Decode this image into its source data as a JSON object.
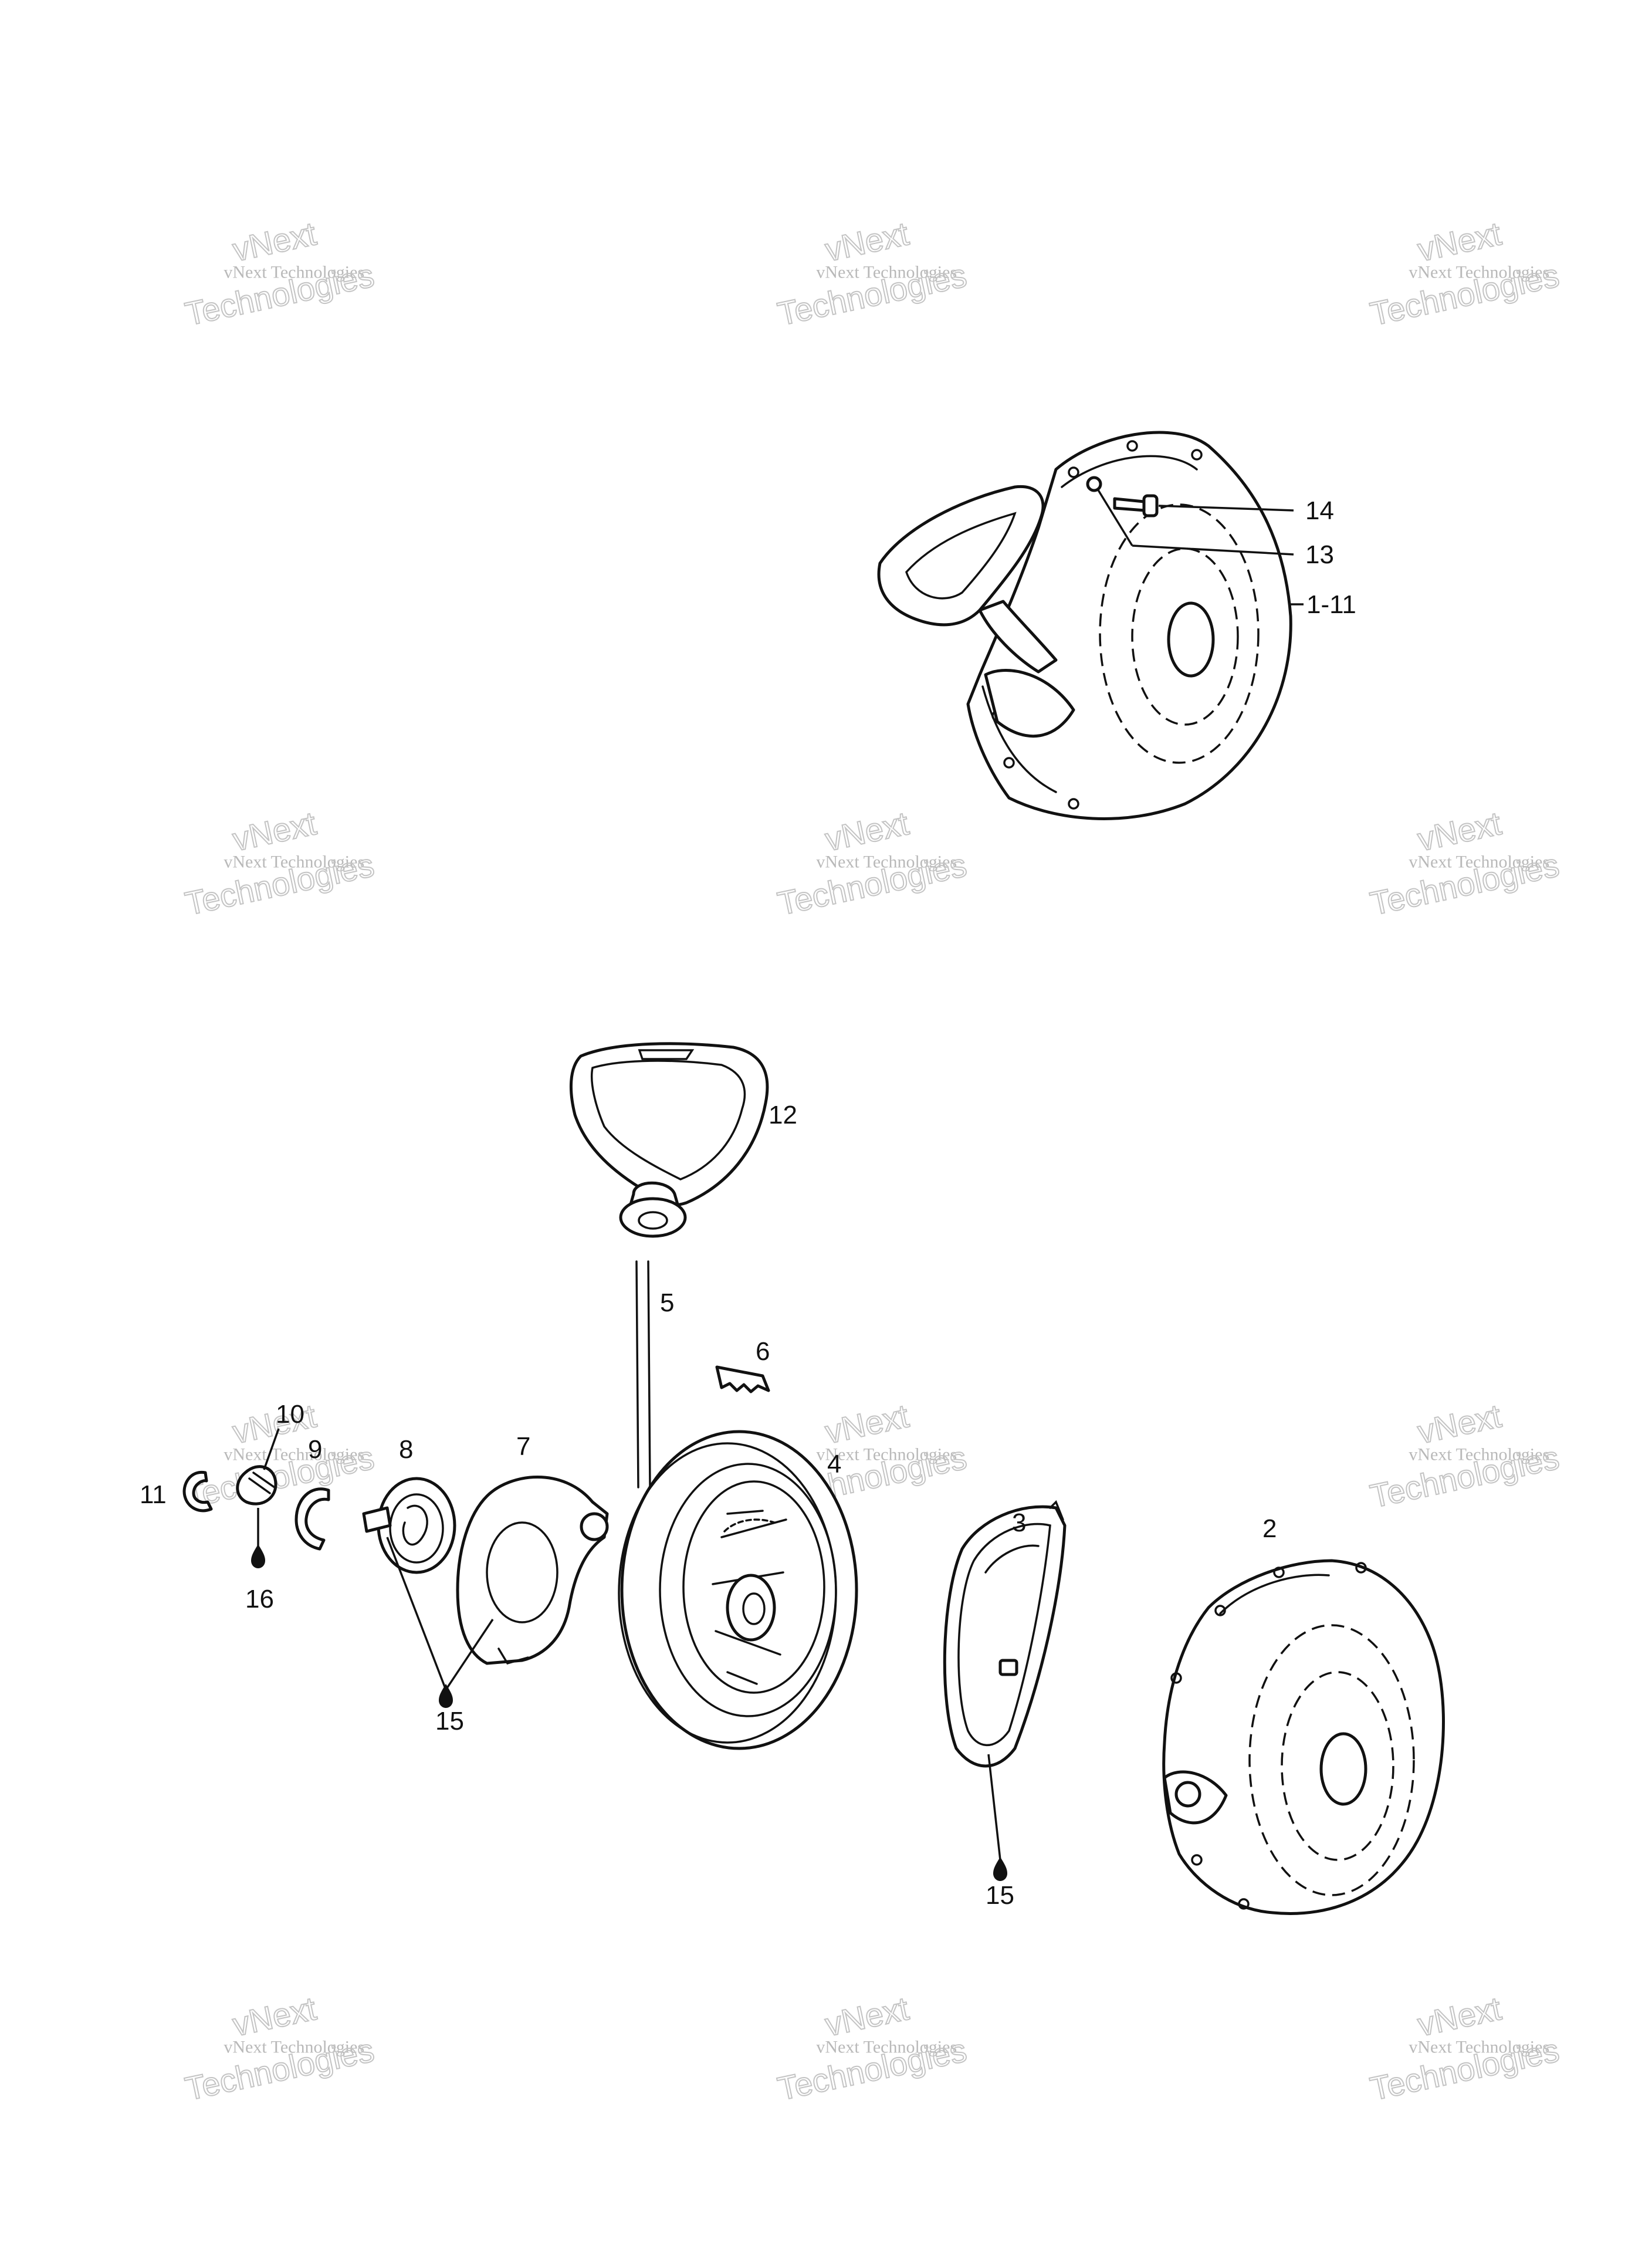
{
  "watermark": {
    "line1": "vNext",
    "line2": "vNext Technologies",
    "line3": "Technologies"
  },
  "callouts": {
    "c14": "14",
    "c13": "13",
    "c1_11": "1-11",
    "c12": "12",
    "c5": "5",
    "c6": "6",
    "c10": "10",
    "c9": "9",
    "c8": "8",
    "c7": "7",
    "c4": "4",
    "c11": "11",
    "c16": "16",
    "c15a": "15",
    "c3": "3",
    "c2": "2",
    "c15b": "15"
  },
  "colors": {
    "ink": "#111111",
    "watermark": "#c4c4c4",
    "background": "#ffffff"
  }
}
